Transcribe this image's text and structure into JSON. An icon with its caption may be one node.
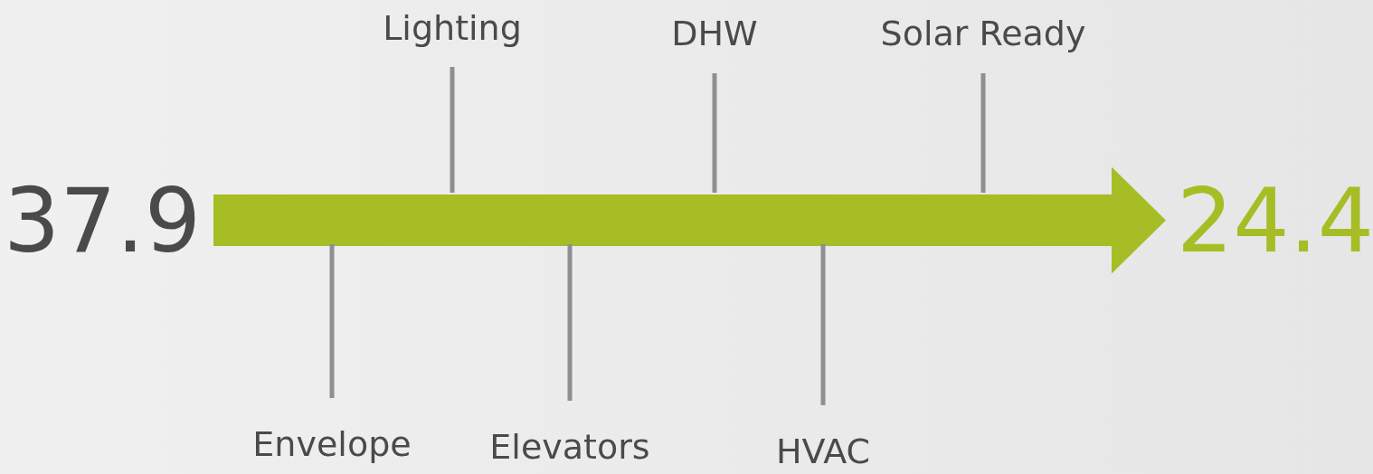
{
  "diagram": {
    "nodes": [
      {
        "text": [
          "Lighting"
        ]
      },
      {
        "text": [
          "DHW"
        ]
      },
      {
        "text": [
          "Solar Ready"
        ]
      },
      {
        "text": [
          "37.9"
        ]
      },
      {
        "text": [
          "24.4"
        ]
      },
      {
        "text": [
          "Envelope"
        ]
      },
      {
        "text": [
          "Elevators"
        ]
      },
      {
        "text": [
          "HVAC"
        ]
      }
    ],
    "edges": [
      {
        "from": 3,
        "to": 4,
        "arrow": "to",
        "style": "thick",
        "color": "#a7bd25"
      },
      {
        "from": 0,
        "to": null,
        "arrow": "none"
      },
      {
        "from": 1,
        "to": null,
        "arrow": "none"
      },
      {
        "from": 2,
        "to": null,
        "arrow": "none"
      },
      {
        "from": 5,
        "to": null,
        "arrow": "none"
      },
      {
        "from": 6,
        "to": null,
        "arrow": "none"
      },
      {
        "from": 7,
        "to": null,
        "arrow": "none"
      }
    ]
  }
}
